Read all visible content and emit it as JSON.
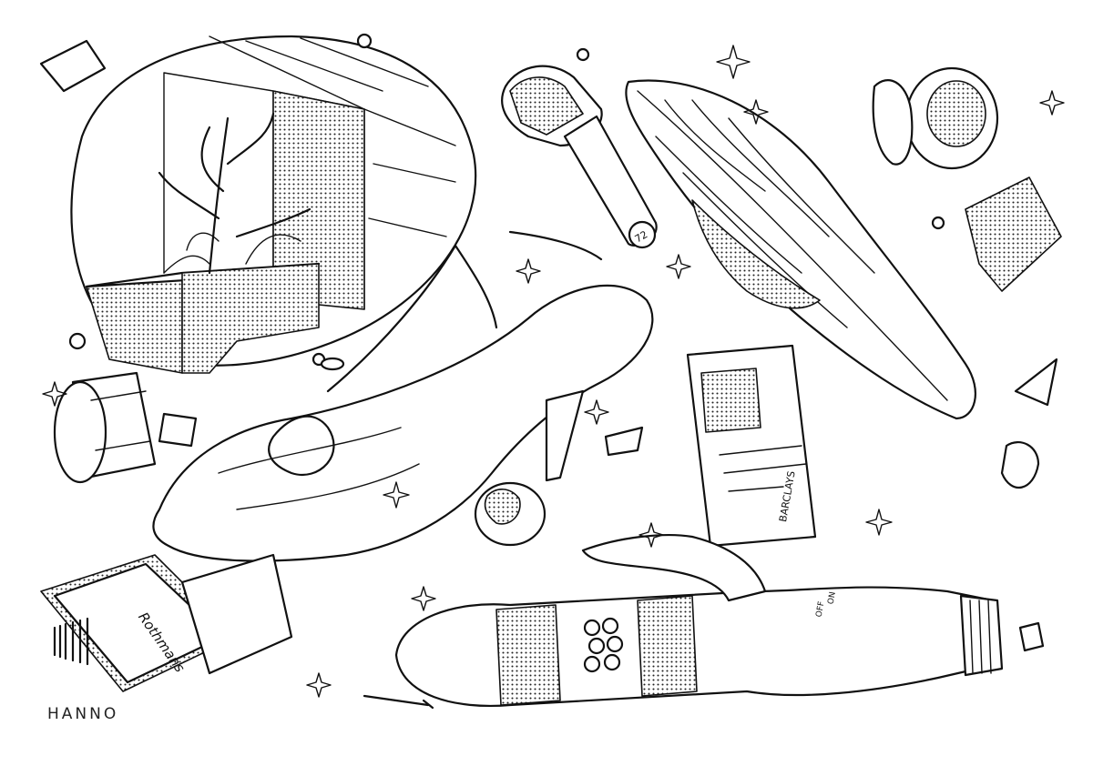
{
  "artwork": {
    "signature": "HANNO",
    "card_brand": "BARCLAYS",
    "nail_polish_label": "72",
    "vibrator_switch": [
      "OFF",
      "ON"
    ],
    "cigarette_pack_brand": "Rothmans"
  },
  "palette": {
    "ink": "#111111",
    "paper": "#ffffff"
  }
}
